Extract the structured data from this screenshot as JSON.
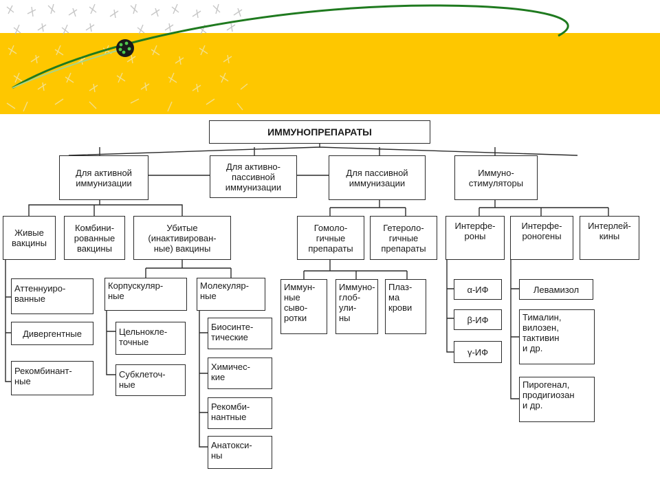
{
  "colors": {
    "banner": "#fec700",
    "swoosh": "#1f7a1f",
    "line": "#2a2a2a"
  },
  "diagram": {
    "root": "ИММУНОПРЕПАРАТЫ",
    "active": "Для активной\nиммунизации",
    "active_passive": "Для активно-\nпассивной\nиммунизации",
    "passive": "Для пассивной\nиммунизации",
    "immunostim": "Иммуно-\nстимуляторы",
    "live": "Живые\nвакцины",
    "combined": "Комбини-\nрованные\nвакцины",
    "killed": "Убитые\n(инактивирован-\nные) вакцины",
    "attenuated": "Аттеннуиро-\nванные",
    "divergent": "Дивергентные",
    "recombinant_live": "Рекомбинант-\nные",
    "corpuscular": "Корпускуляр-\nные",
    "molecular": "Молекуляр-\nные",
    "whole_cell": "Цельнокле-\nточные",
    "subcellular": "Субклеточ-\nные",
    "biosynthetic": "Биосинте-\nтические",
    "chemical": "Химичес-\nкие",
    "recombinant_mol": "Рекомби-\nнантные",
    "anatoxins": "Анатокси-\nны",
    "homologous": "Гомоло-\nгичные\nпрепараты",
    "heterologous": "Гетероло-\nгичные\nпрепараты",
    "immune_sera": "Иммун-\nные\nсыво-\nротки",
    "immunoglobulins": "Иммуно-\nглоб-\nули-\nны",
    "plasma": "Плаз-\nма\nкрови",
    "interferons": "Интерфе-\nроны",
    "interferonogens": "Интерфе-\nроногены",
    "interleukins": "Интерлей-\nкины",
    "alpha_if": "α-ИФ",
    "beta_if": "β-ИФ",
    "gamma_if": "γ-ИФ",
    "levamisole": "Левамизол",
    "timalin": "Тималин,\nвилозен,\nтактивин\nи др.",
    "pyrogenal": "Пирогенал,\nпродигиозан\nи др."
  }
}
